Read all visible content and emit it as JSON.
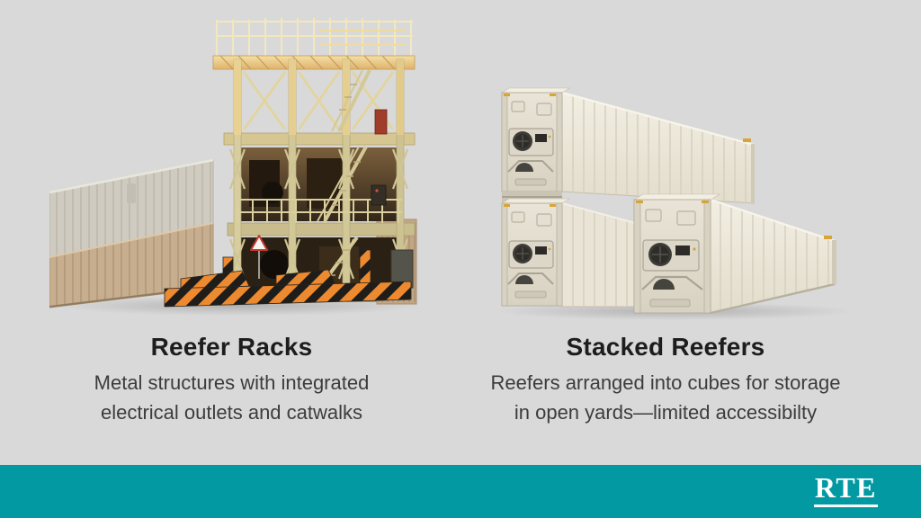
{
  "colors": {
    "background": "#D9D9D9",
    "footer_teal": "#0299A3",
    "heading_text": "#1D1D1D",
    "body_text": "#3C3C3C",
    "hazard_orange": "#ED8A2F",
    "container_cream": "#EDE8DB"
  },
  "columns": [
    {
      "title": "Reefer Racks",
      "description_lines": [
        "Metal structures with integrated",
        "electrical outlets and catwalks"
      ],
      "image": "reefer-rack-structure-photo"
    },
    {
      "title": "Stacked Reefers",
      "description_lines": [
        "Reefers arranged into cubes for storage",
        "in open yards—limited accessibilty"
      ],
      "image": "stacked-reefer-containers-photo"
    }
  ],
  "footer": {
    "logo_text": "RTE"
  }
}
